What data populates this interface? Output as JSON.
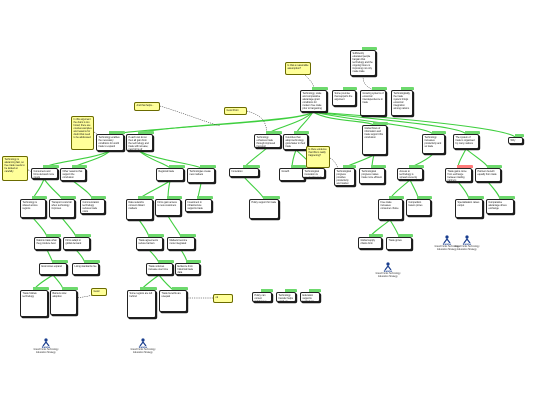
{
  "colors": {
    "link": "#3fcf3f",
    "tab": "#6dd96d",
    "tab_warn": "#ff7a7a",
    "note": "#ffff99",
    "author_name": "#1b3f8f",
    "dashed": "#222222"
  },
  "nodes": [
    {
      "id": "n1",
      "text": "Sufficiently educated people bargain that technology and the ongoing future is improving not only made trade"
    },
    {
      "id": "n2",
      "text": "Technology, scale and comparative advantage grant conditions for modern free trade prior to bargaining"
    },
    {
      "id": "n3",
      "text": "Some premise that supports the argument"
    },
    {
      "id": "n4",
      "text": "Growing systems of economic interdependence in trade"
    },
    {
      "id": "n5",
      "text": "Technologically, the trade system brings economic integration among nations"
    },
    {
      "id": "n6",
      "text": "Technology enables the necessary conditions for world trade to expand"
    },
    {
      "id": "n7",
      "text": "If each can do so then all gain from the technology and trade will increase; new forms of exchange will appear faster with many trading partners and the economy grows worldwide over time"
    },
    {
      "id": "n8",
      "text": "Technology enhances trade through improved transport"
    },
    {
      "id": "n9",
      "text": "Countries that adopt technology grow faster in their trade"
    },
    {
      "id": "n10",
      "text": "Why"
    },
    {
      "id": "n11",
      "text": "Global flows of information and trade support this conclusion"
    },
    {
      "id": "n12",
      "text": "Technology increases productivity and so trade"
    },
    {
      "id": "n13",
      "text": "The system of trade is organised by many nations"
    },
    {
      "id": "n14",
      "text": "Consumers and firms demand more goods"
    },
    {
      "id": "n15",
      "text": "Other reasons that support the conclusion"
    },
    {
      "id": "n16",
      "text": "Regional trade"
    },
    {
      "id": "n17",
      "text": "Technologies create new markets"
    },
    {
      "id": "n18",
      "text": "Innovation"
    },
    {
      "id": "n19",
      "text": "Growth"
    },
    {
      "id": "n20",
      "text": "Technological innovation is needed for trade"
    },
    {
      "id": "n21",
      "text": "Technological progress provides productivity and market growth"
    },
    {
      "id": "n22",
      "text": "Technological progress makes trade more efficient"
    },
    {
      "id": "n23",
      "text": "Access to technology is spread unevenly"
    },
    {
      "id": "n24",
      "text": "Trade gains come from exchange between trading partners"
    },
    {
      "id": "n25",
      "text": "Partners benefit equally from trade"
    },
    {
      "id": "n26",
      "text": "Technology is shared across regions"
    },
    {
      "id": "n27",
      "text": "Transport costs fall when technology improves"
    },
    {
      "id": "n28",
      "text": "Communication technology reduces trade costs"
    },
    {
      "id": "n29",
      "text": "Data networks connect distant markets"
    },
    {
      "id": "n30",
      "text": "Firms gain access to new customers"
    },
    {
      "id": "n31",
      "text": "Investment in infrastructure supports trade"
    },
    {
      "id": "n32",
      "text": "Policy support for trade"
    },
    {
      "id": "n33",
      "text": "Free trade increases consumer choice"
    },
    {
      "id": "n34",
      "text": "Competition lowers prices"
    },
    {
      "id": "n35",
      "text": "Specialisation raises output"
    },
    {
      "id": "n36",
      "text": "Comparative advantage drives exchange"
    },
    {
      "id": "n37",
      "text": "Nations trade what they produce best"
    },
    {
      "id": "n38",
      "text": "Firms adapt to global demand"
    },
    {
      "id": "n39",
      "text": "Trade agreements reduce barriers"
    },
    {
      "id": "n40",
      "text": "Markets become more integrated"
    },
    {
      "id": "n41",
      "text": "Global supply chains form"
    },
    {
      "id": "n42",
      "text": "Trade grows"
    },
    {
      "id": "n43",
      "text": "Economies expand"
    },
    {
      "id": "n44",
      "text": "Living standards rise"
    },
    {
      "id": "n45",
      "text": "Trade volumes increase over time"
    },
    {
      "id": "n46",
      "text": "Evidence from historical trade data"
    },
    {
      "id": "n47",
      "text": "Trade follows technology"
    },
    {
      "id": "n48",
      "text": "Barriers slow adoption"
    },
    {
      "id": "n49",
      "text": "Some regions are left behind"
    },
    {
      "id": "n50",
      "text": "Trade benefits are unequal"
    },
    {
      "id": "n51",
      "text": "Policy can correct imbalances"
    },
    {
      "id": "n52",
      "text": "Technology transfer helps catch-up"
    },
    {
      "id": "n53",
      "text": "Education supports technology use"
    }
  ],
  "notes": [
    {
      "id": "note_top",
      "text": "Is that a reasonable assumption?"
    },
    {
      "id": "note_oops",
      "text": "And that helps..."
    },
    {
      "id": "note_good",
      "text": "Good Point"
    },
    {
      "id": "note_left",
      "text": "In this argument the claim is too broad; there are counterexamples and reasons for doubt that need to be addressed"
    },
    {
      "id": "note_far_left",
      "text": "Technology is advancing fast, so free trade needs to be looked at carefully"
    },
    {
      "id": "note_mid",
      "text": "Is there evidence that this is really happening?"
    },
    {
      "id": "note_excl",
      "text": "Good"
    },
    {
      "id": "note_ok",
      "text": "ok"
    }
  ],
  "authors": [
    {
      "id": "a1",
      "name": "Evans",
      "line1": "Grand Forks Technology",
      "line2": "Education Strategy"
    },
    {
      "id": "a2",
      "name": "Evans",
      "line1": "Grand Forks Technology",
      "line2": "Education Strategy"
    },
    {
      "id": "a3",
      "name": "Evans",
      "line1": "Grand Forks Technology",
      "line2": "Education Strategy"
    },
    {
      "id": "a4",
      "name": "Evans",
      "line1": "Grand Forks Technology",
      "line2": "Education Strategy"
    },
    {
      "id": "a5",
      "name": "Evans",
      "line1": "Grand Forks Technology",
      "line2": "Education Strategy"
    }
  ]
}
